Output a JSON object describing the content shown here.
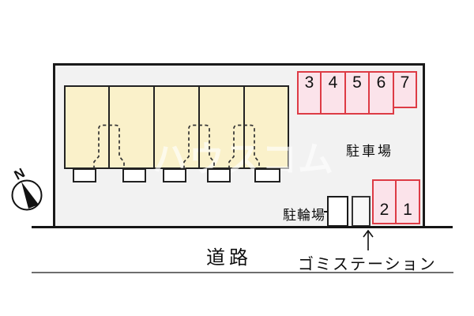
{
  "site_plan": {
    "watermark": "ハウスコム",
    "compass": {
      "north_label": "N"
    },
    "parking": {
      "area_label": "駐車場",
      "top_row_spaces": [
        "3",
        "4",
        "5",
        "6",
        "7"
      ],
      "side_spaces": [
        "2",
        "1"
      ]
    },
    "bicycle_parking_label": "駐輪場",
    "garbage_station_label": "ゴミステーション",
    "road_label": "道路",
    "colors": {
      "site_fill": "#f2f2f2",
      "building_fill": "#faf1ca",
      "parking_space_fill": "#fbe3ea",
      "parking_space_border": "#dd3b45",
      "line_black": "#1a1a1a",
      "road_line_gray": "#6e6e6e"
    }
  }
}
